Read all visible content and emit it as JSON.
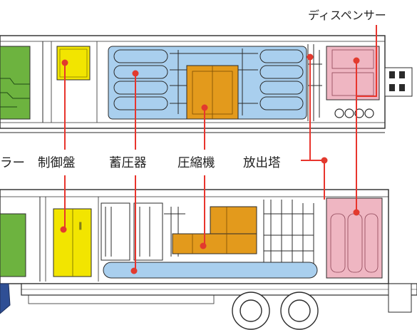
{
  "labels": {
    "dispenser": "ディスペンサー",
    "cooler_partial": "ラー",
    "control_panel": "制御盤",
    "accumulator": "蓄圧器",
    "compressor": "圧縮機",
    "vent_stack": "放出塔"
  },
  "colors": {
    "cooler": "#6db33f",
    "control_panel": "#f2e500",
    "accumulator": "#a9cfee",
    "compressor": "#e39a1c",
    "dispenser": "#efb6c2",
    "leader_line": "#e8352d",
    "marker": "#e23a2e",
    "outline": "#2b2b2b",
    "truck_cab": "#2f4f95"
  }
}
